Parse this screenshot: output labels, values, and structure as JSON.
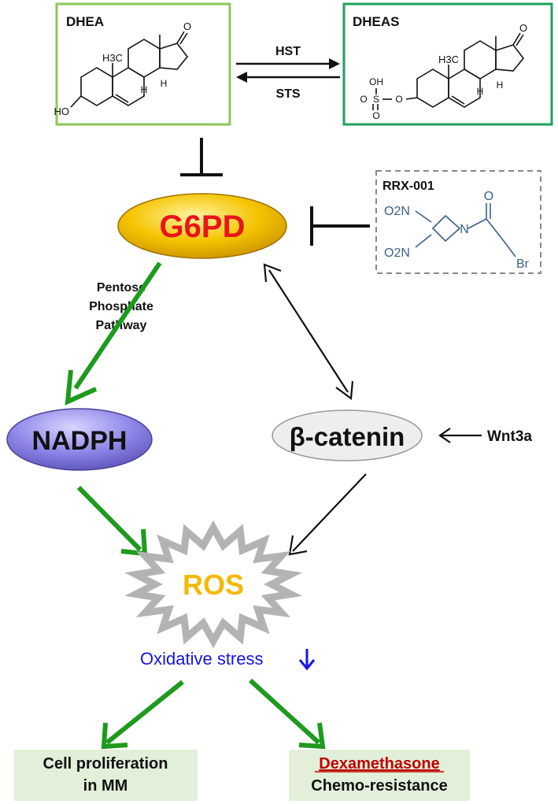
{
  "compounds": {
    "dhea": {
      "label": "DHEA",
      "hydroxyl": "HO",
      "h3c": "H3C"
    },
    "dheas": {
      "label": "DHEAS",
      "sulfate_oh": "OH",
      "sulfate_o": "O",
      "sulfate_s": "S",
      "h3c": "H3C"
    },
    "rrx001": {
      "label": "RRX-001",
      "nitro": "O2N",
      "nitrogen": "N",
      "oxygen": "O",
      "bromine": "Br"
    },
    "ring_h": "H",
    "ketone_o": "O"
  },
  "enzymes": {
    "forward": "HST",
    "reverse": "STS"
  },
  "nodes": {
    "g6pd": "G6PD",
    "nadph": "NADPH",
    "beta_catenin": "β-catenin",
    "wnt3a": "Wnt3a",
    "ros": "ROS"
  },
  "pathway_label": [
    "Pentose",
    "Phosphate",
    "Pathway"
  ],
  "oxidative_stress": {
    "text": "Oxidative stress",
    "arrow": "↓"
  },
  "outcomes": {
    "left": [
      "Cell proliferation",
      "in MM"
    ],
    "right_drug": "Dexamethasone",
    "right_effect": "Chemo-resistance"
  },
  "colors": {
    "dhea_border": "#8dc55a",
    "dheas_border": "#1fa05a",
    "g6pd_fill": "#f5c400",
    "g6pd_text": "#e8141c",
    "nadph_fill": "#8e87e8",
    "catenin_fill": "#eeeeee",
    "ros_text": "#f5b800",
    "ros_star": "#b3b3b3",
    "green_arrow": "#1e9a1e",
    "oxidative_text": "#1414e6",
    "outcome_fill": "#e2efd9",
    "drug_text": "#c00000",
    "rrx_border": "#888888",
    "rrx_text": "#3a5f8a"
  }
}
